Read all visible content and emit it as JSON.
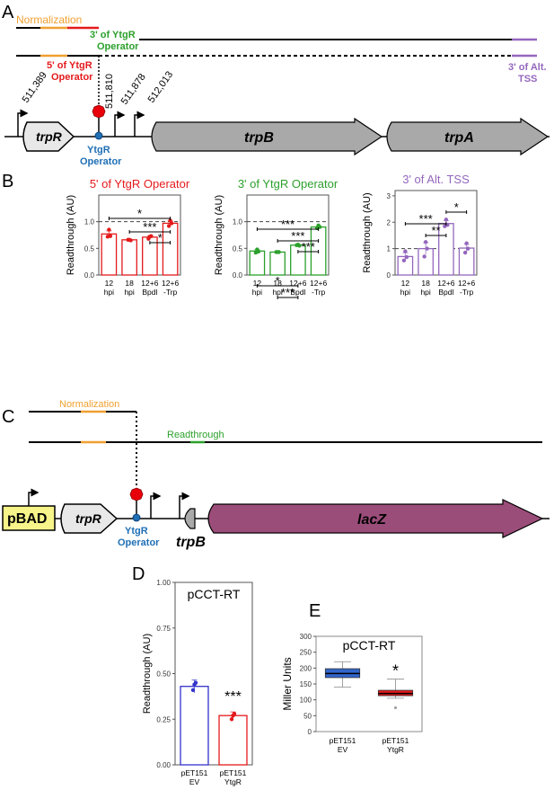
{
  "panels": {
    "A": "A",
    "B": "B",
    "C": "C",
    "D": "D",
    "E": "E"
  },
  "panelA": {
    "normalization": "Normalization",
    "ytgr3_l1": "3' of YtgR",
    "ytgr3_l2": "Operator",
    "ytgr5_l1": "5' of YtgR",
    "ytgr5_l2": "Operator",
    "alt_l1": "3' of Alt.",
    "alt_l2": "TSS",
    "coord1": "511,389",
    "coord2": "511,810",
    "coord3": "511,878",
    "coord4": "512,013",
    "gene_trpR": "trpR",
    "gene_trpB": "trpB",
    "gene_trpA": "trpA",
    "op_l1": "YtgR",
    "op_l2": "Operator"
  },
  "panelC": {
    "normalization": "Normalization",
    "readthrough": "Readthrough",
    "pBAD": "pBAD",
    "gene_trpR": "trpR",
    "gene_trpB": "trpB",
    "gene_lacZ": "lacZ",
    "op_l1": "YtgR",
    "op_l2": "Operator"
  },
  "colors": {
    "red": "#e41a1c",
    "green": "#2ca02c",
    "purple": "#9467bd",
    "orange": "#f0a030",
    "blue": "#1f6fb5",
    "lacz": "#9b4d7a",
    "gene_gray": "#a9a9a9",
    "pbad": "#f7f48a"
  },
  "chart_data": [
    {
      "id": "B1",
      "type": "bar",
      "title": "5' of YtgR Operator",
      "ylabel": "Readthrough (AU)",
      "ylim": [
        0,
        1.5
      ],
      "yticks": [
        "0.0",
        "0.5",
        "1.0"
      ],
      "categories": [
        [
          "12",
          "hpi"
        ],
        [
          "18",
          "hpi"
        ],
        [
          "12+6",
          "Bpdl"
        ],
        [
          "12+6",
          "-Trp"
        ]
      ],
      "values": [
        0.77,
        0.66,
        0.71,
        0.97
      ],
      "points": [
        [
          0.72,
          0.85,
          0.73
        ],
        [
          0.66,
          0.66,
          0.65
        ],
        [
          0.68,
          0.72,
          0.73
        ],
        [
          0.92,
          1.02,
          0.97
        ]
      ],
      "reference_line": 1.0,
      "color": "#e41a1c",
      "significance": [
        {
          "from": 0,
          "to": 3,
          "label": "*"
        },
        {
          "from": 1,
          "to": 3,
          "label": "***"
        },
        {
          "from": 2,
          "to": 3,
          "label": "*"
        }
      ]
    },
    {
      "id": "B2",
      "type": "bar",
      "title": "3' of YtgR Operator",
      "ylabel": "Readthrough (AU)",
      "ylim": [
        0,
        1.5
      ],
      "yticks": [
        "0.0",
        "0.5",
        "1.0"
      ],
      "categories": [
        [
          "12",
          "hpi"
        ],
        [
          "18",
          "hpi"
        ],
        [
          "12+6",
          "Bpdl"
        ],
        [
          "12+6",
          "-Trp"
        ]
      ],
      "values": [
        0.45,
        0.43,
        0.56,
        0.9
      ],
      "points": [
        [
          0.42,
          0.48,
          0.44
        ],
        [
          0.43,
          0.43,
          0.43
        ],
        [
          0.56,
          0.57,
          0.55
        ],
        [
          0.88,
          0.93,
          0.9
        ]
      ],
      "reference_line": 1.0,
      "color": "#2ca02c",
      "significance": [
        {
          "from": 0,
          "to": 3,
          "label": "***"
        },
        {
          "from": 1,
          "to": 3,
          "label": "***"
        },
        {
          "from": 2,
          "to": 3,
          "label": "***"
        },
        {
          "from": 0,
          "to": 2,
          "label": "*"
        },
        {
          "from": 1,
          "to": 2,
          "label": "***"
        }
      ]
    },
    {
      "id": "B3",
      "type": "bar",
      "title": "3' of Alt. TSS",
      "ylabel": "Readthrough (AU)",
      "ylim": [
        0,
        3.2
      ],
      "yticks": [
        "0",
        "1",
        "2",
        "3"
      ],
      "categories": [
        [
          "12",
          "hpi"
        ],
        [
          "18",
          "hpi"
        ],
        [
          "12+6",
          "Bpdl"
        ],
        [
          "12+6",
          "-Trp"
        ]
      ],
      "values": [
        0.7,
        1.0,
        1.95,
        1.02
      ],
      "points": [
        [
          0.55,
          0.9,
          0.68
        ],
        [
          0.7,
          1.25,
          1.0
        ],
        [
          1.85,
          2.1,
          1.9
        ],
        [
          0.85,
          1.2,
          1.0
        ]
      ],
      "reference_line": 1.0,
      "color": "#9467bd",
      "significance": [
        {
          "from": 0,
          "to": 2,
          "label": "***"
        },
        {
          "from": 1,
          "to": 2,
          "label": "**"
        },
        {
          "from": 2,
          "to": 3,
          "label": "*"
        }
      ]
    },
    {
      "id": "D",
      "type": "bar",
      "title": "pCCT-RT",
      "ylabel": "Readthrough (AU)",
      "ylim": [
        0,
        1.0
      ],
      "yticks": [
        "0.00",
        "0.25",
        "0.50",
        "0.75",
        "1.00"
      ],
      "categories": [
        [
          "pET151",
          "EV"
        ],
        [
          "pET151",
          "YtgR"
        ]
      ],
      "values": [
        0.43,
        0.27
      ],
      "errors": [
        0.035,
        0.02
      ],
      "points": [
        [
          0.41,
          0.44,
          0.45
        ],
        [
          0.25,
          0.27,
          0.28
        ]
      ],
      "colors": [
        "#3333cc",
        "#e41a1c"
      ],
      "annotations": [
        {
          "bar": 1,
          "label": "***"
        }
      ]
    },
    {
      "id": "E",
      "type": "box",
      "title": "pCCT-RT",
      "ylabel": "Miller Units",
      "ylim": [
        0,
        300
      ],
      "yticks": [
        "0",
        "50",
        "100",
        "150",
        "200",
        "250",
        "300"
      ],
      "categories": [
        [
          "pET151",
          "EV"
        ],
        [
          "pET151",
          "YtgR"
        ]
      ],
      "boxes": [
        {
          "whisker_low": 140,
          "q1": 170,
          "median": 183,
          "q3": 198,
          "whisker_high": 220,
          "outliers": [],
          "color": "#3366cc"
        },
        {
          "whisker_low": 105,
          "q1": 113,
          "median": 120,
          "q3": 130,
          "whisker_high": 165,
          "outliers": [
            75
          ],
          "color": "#e41a1c"
        }
      ],
      "annotations": [
        {
          "box": 1,
          "label": "*"
        }
      ]
    }
  ]
}
